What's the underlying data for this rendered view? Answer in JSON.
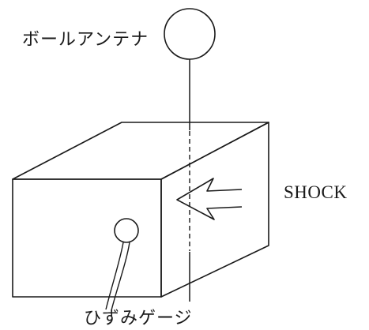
{
  "labels": {
    "ball_antenna": "ボールアンテナ",
    "shock": "SHOCK",
    "strain_gauge": "ひずみゲージ"
  },
  "colors": {
    "ink": "#1a1a1a",
    "background": "#ffffff"
  }
}
